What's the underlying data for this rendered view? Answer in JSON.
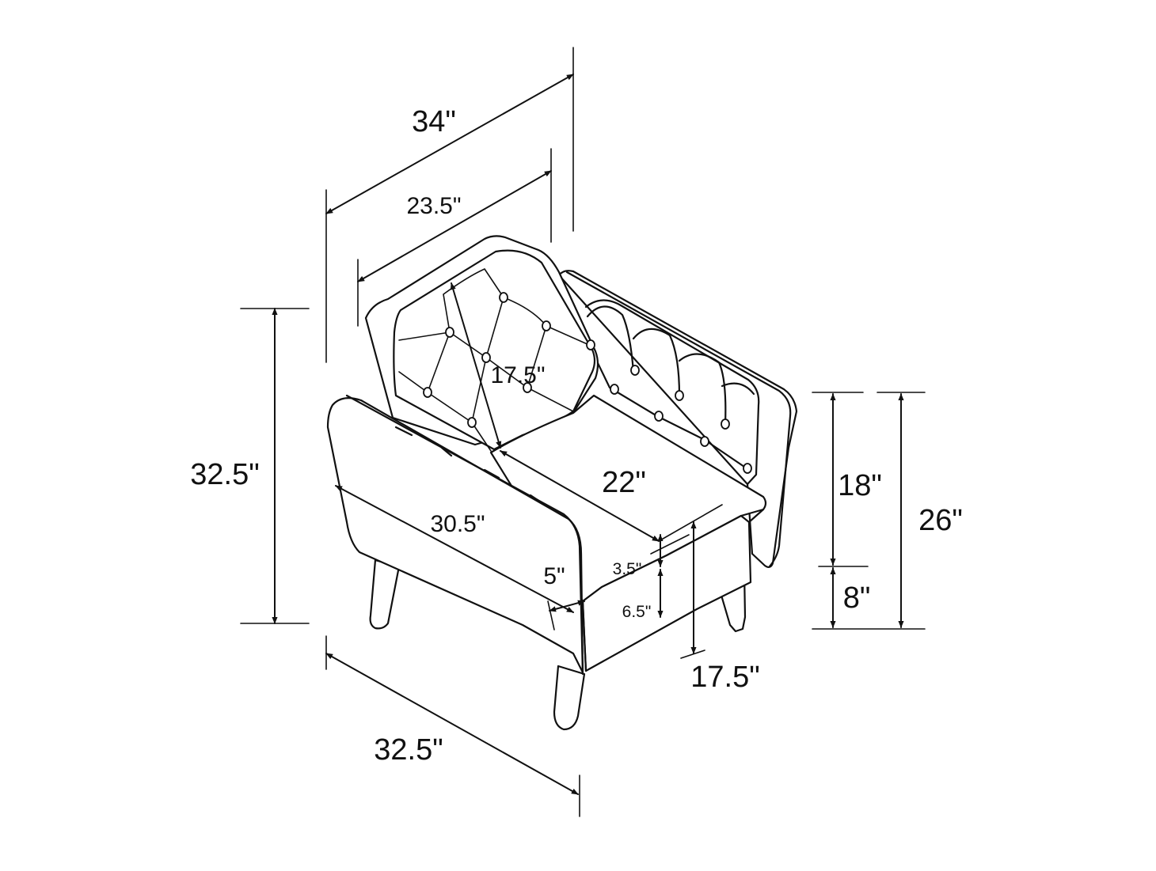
{
  "dimensions": {
    "overall_depth": "34\"",
    "inner_depth": "23.5\"",
    "back_height": "17.5\"",
    "overall_height": "32.5\"",
    "seat_depth": "22\"",
    "inner_width": "30.5\"",
    "arm_width": "5\"",
    "cushion_thickness": "3.5\"",
    "frame_height": "6.5\"",
    "seat_height": "17.5\"",
    "seat_to_arm": "18\"",
    "leg_height": "8\"",
    "arm_height": "26\"",
    "overall_width": "32.5\""
  },
  "colors": {
    "line": "#111111",
    "background": "#ffffff"
  }
}
